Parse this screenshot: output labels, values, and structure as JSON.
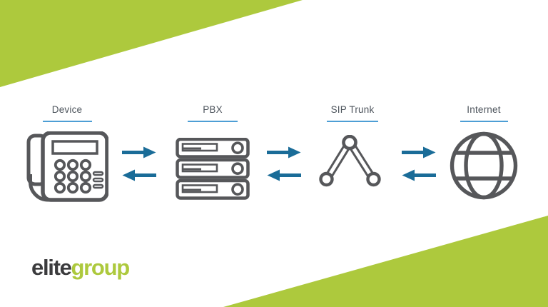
{
  "colors": {
    "brand_green": "#adc93d",
    "arrow_blue": "#1a6c98",
    "underline_blue": "#4d9ed5",
    "icon_gray": "#56575a",
    "label_gray": "#4d545c",
    "logo_dark": "#3b3b3d"
  },
  "diagram": {
    "nodes": [
      {
        "label": "Device",
        "icon": "desk-phone-icon"
      },
      {
        "label": "PBX",
        "icon": "server-stack-icon"
      },
      {
        "label": "SIP Trunk",
        "icon": "network-nodes-icon"
      },
      {
        "label": "Internet",
        "icon": "globe-icon"
      }
    ],
    "connections": [
      {
        "from": "Device",
        "to": "PBX",
        "bidirectional": true
      },
      {
        "from": "PBX",
        "to": "SIP Trunk",
        "bidirectional": true
      },
      {
        "from": "SIP Trunk",
        "to": "Internet",
        "bidirectional": true
      }
    ]
  },
  "logo": {
    "part1": "elite",
    "part2": "group"
  }
}
